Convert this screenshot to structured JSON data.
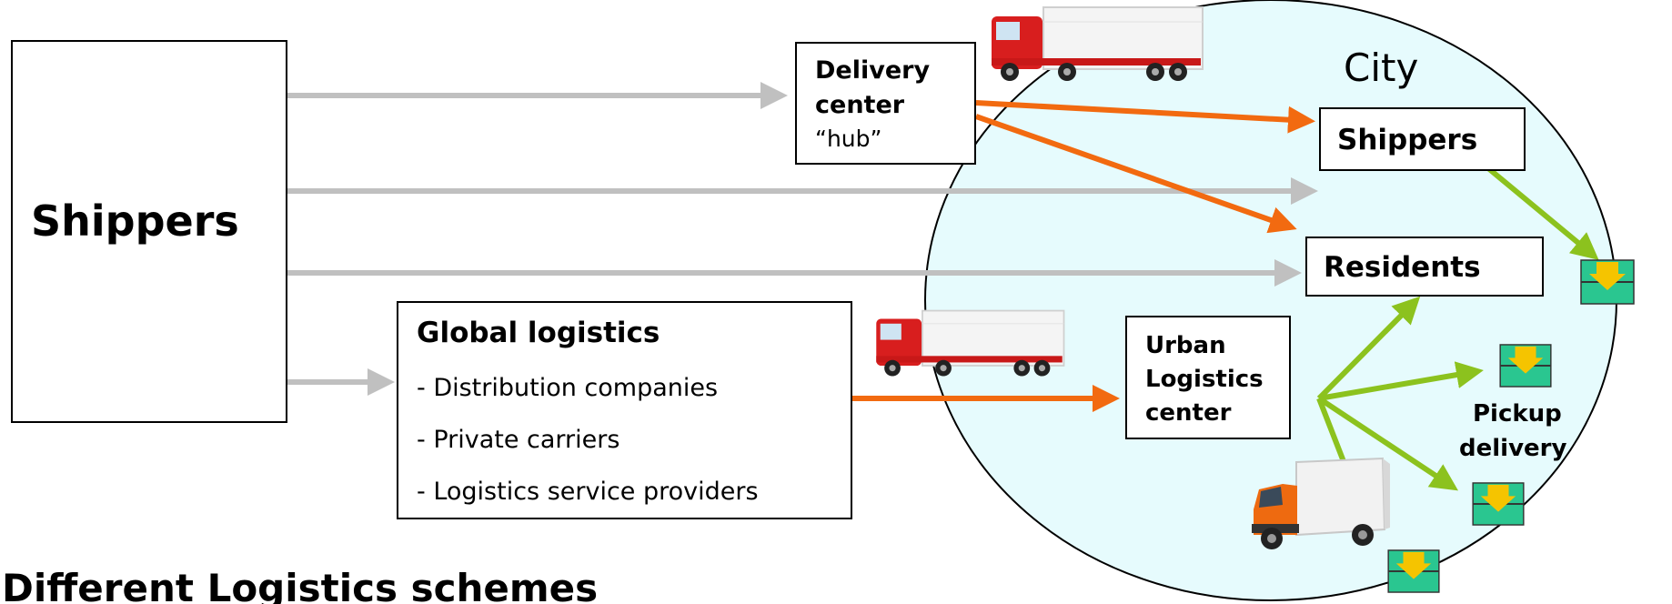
{
  "shippers_left": {
    "label": "Shippers"
  },
  "delivery_center": {
    "line1": "Delivery",
    "line2": "center",
    "line3": "“hub”"
  },
  "global_logistics": {
    "title": "Global logistics",
    "items": [
      "- Distribution companies",
      "- Private carriers",
      "- Logistics service providers"
    ]
  },
  "city": {
    "label": "City",
    "shippers": "Shippers",
    "residents": "Residents",
    "urban_center": {
      "line1": "Urban",
      "line2": "Logistics",
      "line3": "center"
    },
    "pickup": {
      "line1": "Pickup",
      "line2": "delivery"
    }
  },
  "footer_title": "Different Logistics schemes",
  "icons": [
    "semi-truck-icon",
    "semi-truck-icon",
    "delivery-van-icon",
    "pickup-locker-icon"
  ],
  "colors": {
    "gray_arrow": "#c0c0c0",
    "orange_arrow": "#f26a10",
    "green_arrow": "#8cc21e",
    "city_fill": "#e6fbfd",
    "locker_green": "#2ac690",
    "locker_yellow": "#f5c400",
    "truck_red": "#d81e1e"
  }
}
